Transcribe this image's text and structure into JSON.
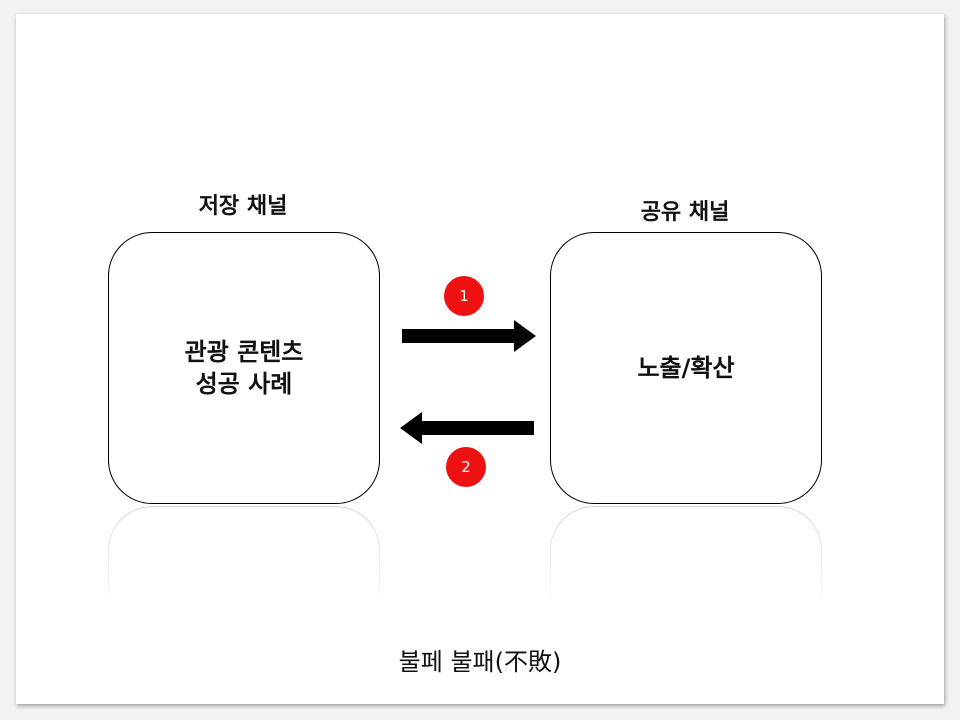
{
  "diagram": {
    "left": {
      "heading": "저장 채널",
      "content": "관광 콘텐츠\n성공 사례"
    },
    "right": {
      "heading": "공유 채널",
      "content": "노출/확산"
    },
    "arrows": [
      {
        "direction": "right",
        "step": "1"
      },
      {
        "direction": "left",
        "step": "2"
      }
    ],
    "footer": "불페 불패(不敗)"
  },
  "colors": {
    "badge": "#ee1111",
    "arrow": "#000000"
  }
}
